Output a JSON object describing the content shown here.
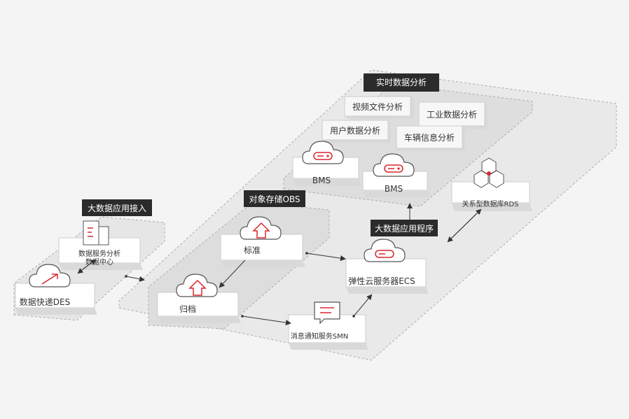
{
  "groups": {
    "realtime": "实时数据分析",
    "bigdata_access": "大数据应用接入",
    "obs": "对象存储OBS",
    "app": "大数据应用程序"
  },
  "analysis_cards": {
    "video": "视频文件分析",
    "industry": "工业数据分析",
    "user": "用户数据分析",
    "vehicle": "车辆信息分析"
  },
  "nodes": {
    "bms1": "BMS",
    "bms2": "BMS",
    "rds": "关系型数据库RDS",
    "standard": "标准",
    "archive": "归档",
    "ecs": "弹性云服务器ECS",
    "smn": "消息通知服务SMN",
    "des": "数据快递DES",
    "dc_line1": "数据服务分析",
    "dc_line2": "数据中心"
  },
  "colors": {
    "accent": "#d7282f",
    "tag_bg": "#2b2b2b",
    "card_top": "#ffffff",
    "card_side": "#d9d9d9"
  },
  "icons": [
    "cloud-server-icon",
    "cloud-upload-icon",
    "cloud-transfer-icon",
    "hexagon-database-icon",
    "building-icon",
    "message-icon"
  ]
}
